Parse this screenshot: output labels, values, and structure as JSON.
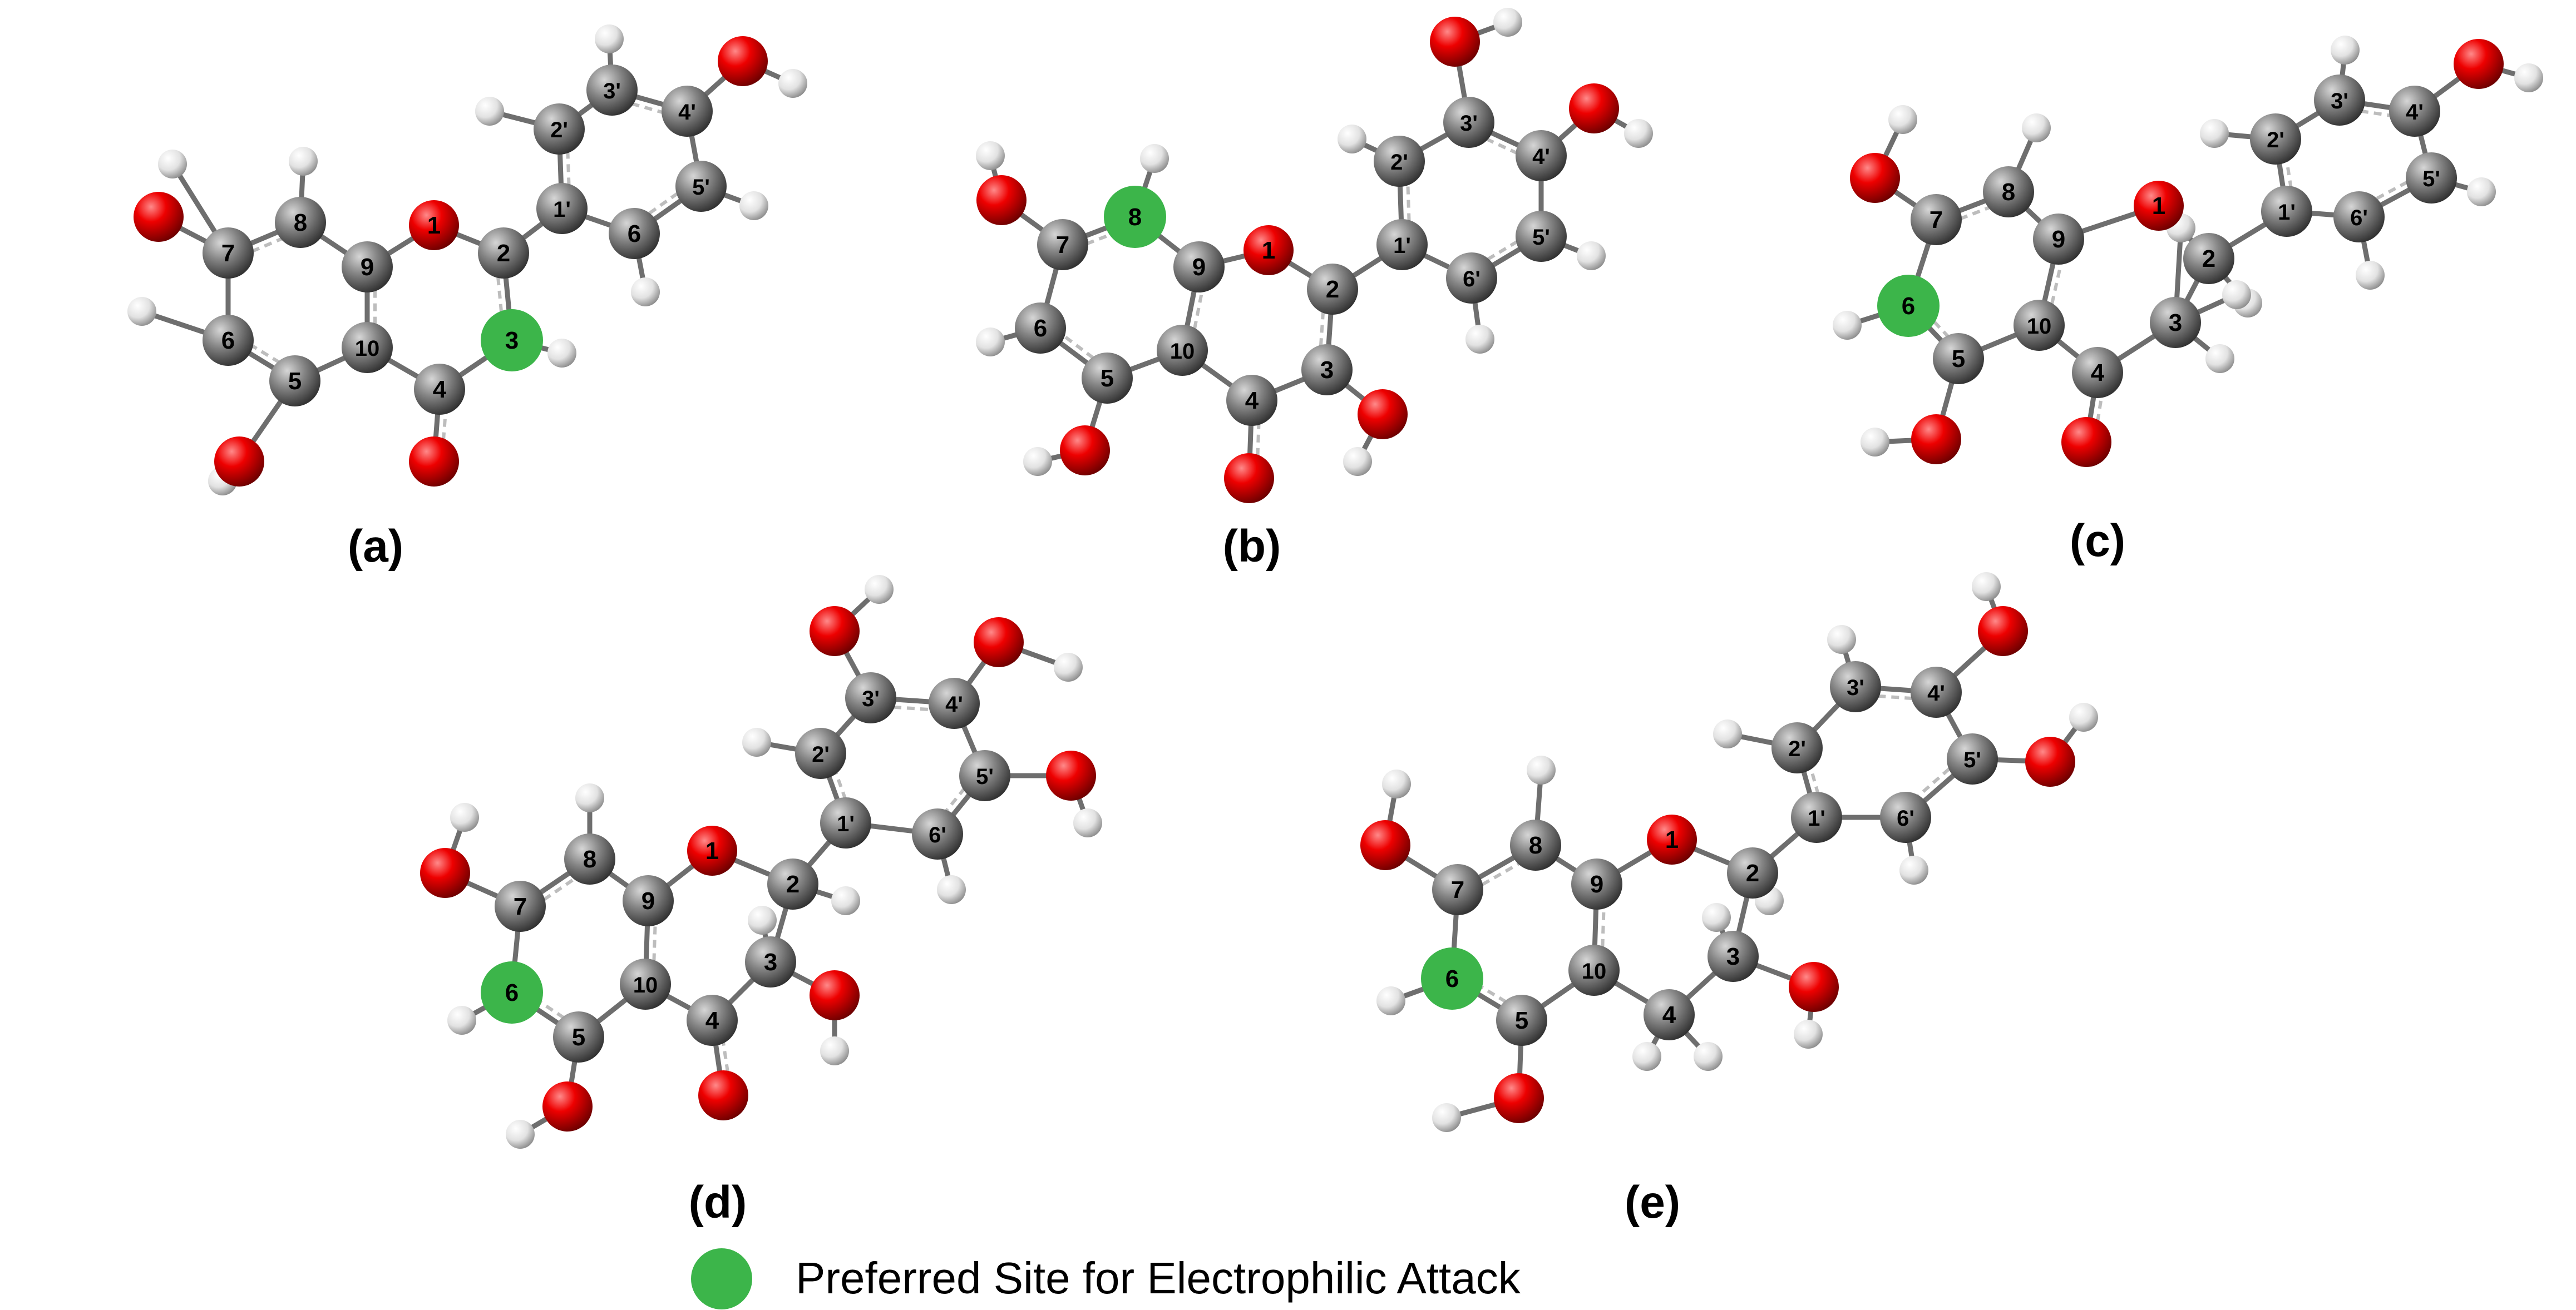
{
  "panels": [
    {
      "id": "a",
      "label": "(a)",
      "preferred_site": "3",
      "atoms": [
        {
          "label": "1",
          "element": "O"
        },
        {
          "label": "2",
          "element": "C"
        },
        {
          "label": "3",
          "element": "C"
        },
        {
          "label": "4",
          "element": "C"
        },
        {
          "label": "5",
          "element": "C"
        },
        {
          "label": "6",
          "element": "C"
        },
        {
          "label": "7",
          "element": "C"
        },
        {
          "label": "8",
          "element": "C"
        },
        {
          "label": "9",
          "element": "C"
        },
        {
          "label": "10",
          "element": "C"
        },
        {
          "label": "1'",
          "element": "C"
        },
        {
          "label": "2'",
          "element": "C"
        },
        {
          "label": "3'",
          "element": "C"
        },
        {
          "label": "4'",
          "element": "C"
        },
        {
          "label": "5'",
          "element": "C"
        },
        {
          "label": "6",
          "element": "C"
        }
      ]
    },
    {
      "id": "b",
      "label": "(b)",
      "preferred_site": "8",
      "atoms": [
        {
          "label": "1",
          "element": "O"
        },
        {
          "label": "2",
          "element": "C"
        },
        {
          "label": "3",
          "element": "C"
        },
        {
          "label": "4",
          "element": "C"
        },
        {
          "label": "5",
          "element": "C"
        },
        {
          "label": "6",
          "element": "C"
        },
        {
          "label": "7",
          "element": "C"
        },
        {
          "label": "8",
          "element": "C"
        },
        {
          "label": "9",
          "element": "C"
        },
        {
          "label": "10",
          "element": "C"
        },
        {
          "label": "1'",
          "element": "C"
        },
        {
          "label": "2'",
          "element": "C"
        },
        {
          "label": "3'",
          "element": "C"
        },
        {
          "label": "4'",
          "element": "C"
        },
        {
          "label": "5'",
          "element": "C"
        },
        {
          "label": "6'",
          "element": "C"
        }
      ]
    },
    {
      "id": "c",
      "label": "(c)",
      "preferred_site": "6",
      "atoms": [
        {
          "label": "1",
          "element": "O"
        },
        {
          "label": "2",
          "element": "C"
        },
        {
          "label": "3",
          "element": "C"
        },
        {
          "label": "4",
          "element": "C"
        },
        {
          "label": "5",
          "element": "C"
        },
        {
          "label": "6",
          "element": "C"
        },
        {
          "label": "7",
          "element": "C"
        },
        {
          "label": "8",
          "element": "C"
        },
        {
          "label": "9",
          "element": "C"
        },
        {
          "label": "10",
          "element": "C"
        },
        {
          "label": "1'",
          "element": "C"
        },
        {
          "label": "2'",
          "element": "C"
        },
        {
          "label": "3'",
          "element": "C"
        },
        {
          "label": "4'",
          "element": "C"
        },
        {
          "label": "5'",
          "element": "C"
        },
        {
          "label": "6'",
          "element": "C"
        }
      ]
    },
    {
      "id": "d",
      "label": "(d)",
      "preferred_site": "6",
      "atoms": [
        {
          "label": "1",
          "element": "O"
        },
        {
          "label": "2",
          "element": "C"
        },
        {
          "label": "3",
          "element": "C"
        },
        {
          "label": "4",
          "element": "C"
        },
        {
          "label": "5",
          "element": "C"
        },
        {
          "label": "6",
          "element": "C"
        },
        {
          "label": "7",
          "element": "C"
        },
        {
          "label": "8",
          "element": "C"
        },
        {
          "label": "9",
          "element": "C"
        },
        {
          "label": "10",
          "element": "C"
        },
        {
          "label": "1'",
          "element": "C"
        },
        {
          "label": "2'",
          "element": "C"
        },
        {
          "label": "3'",
          "element": "C"
        },
        {
          "label": "4'",
          "element": "C"
        },
        {
          "label": "5'",
          "element": "C"
        },
        {
          "label": "6'",
          "element": "C"
        }
      ]
    },
    {
      "id": "e",
      "label": "(e)",
      "preferred_site": "6",
      "atoms": [
        {
          "label": "1",
          "element": "O"
        },
        {
          "label": "2",
          "element": "C"
        },
        {
          "label": "3",
          "element": "C"
        },
        {
          "label": "4",
          "element": "C"
        },
        {
          "label": "5",
          "element": "C"
        },
        {
          "label": "6",
          "element": "C"
        },
        {
          "label": "7",
          "element": "C"
        },
        {
          "label": "8",
          "element": "C"
        },
        {
          "label": "9",
          "element": "C"
        },
        {
          "label": "10",
          "element": "C"
        },
        {
          "label": "1'",
          "element": "C"
        },
        {
          "label": "2'",
          "element": "C"
        },
        {
          "label": "3'",
          "element": "C"
        },
        {
          "label": "4'",
          "element": "C"
        },
        {
          "label": "5'",
          "element": "C"
        },
        {
          "label": "6'",
          "element": "C"
        }
      ]
    }
  ],
  "legend": {
    "text": "Preferred Site for Electrophilic Attack",
    "marker_color": "#3cb54a"
  },
  "colors": {
    "carbon": "#7a7a7a",
    "oxygen": "#e00000",
    "hydrogen": "#e8e8e8",
    "highlight": "#3cb54a",
    "bond": "#6e6e6e"
  }
}
